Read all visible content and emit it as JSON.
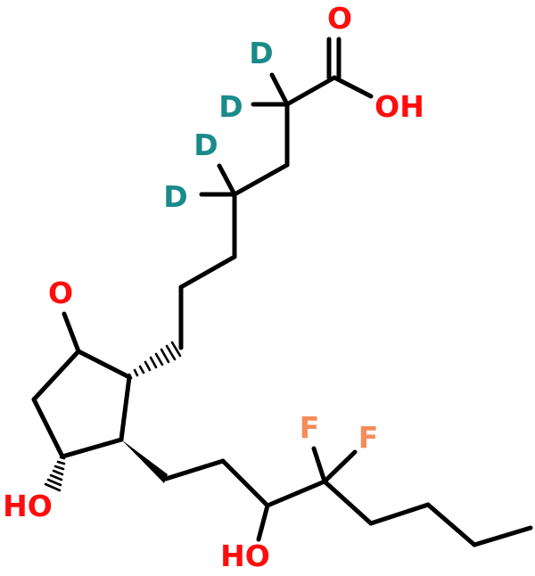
{
  "atoms": {
    "carbonyl_o_top": "O",
    "acid_oh": "OH",
    "d1": "D",
    "d2": "D",
    "d3": "D",
    "d4": "D",
    "ketone_o": "O",
    "ring_oh": "HO",
    "f1": "F",
    "f2": "F",
    "chain_oh": "HO"
  },
  "colors": {
    "bond": "#000000",
    "oxygen": "#ff0d0d",
    "deuterium": "#1a8a8a",
    "fluorine": "#f58c5a"
  }
}
